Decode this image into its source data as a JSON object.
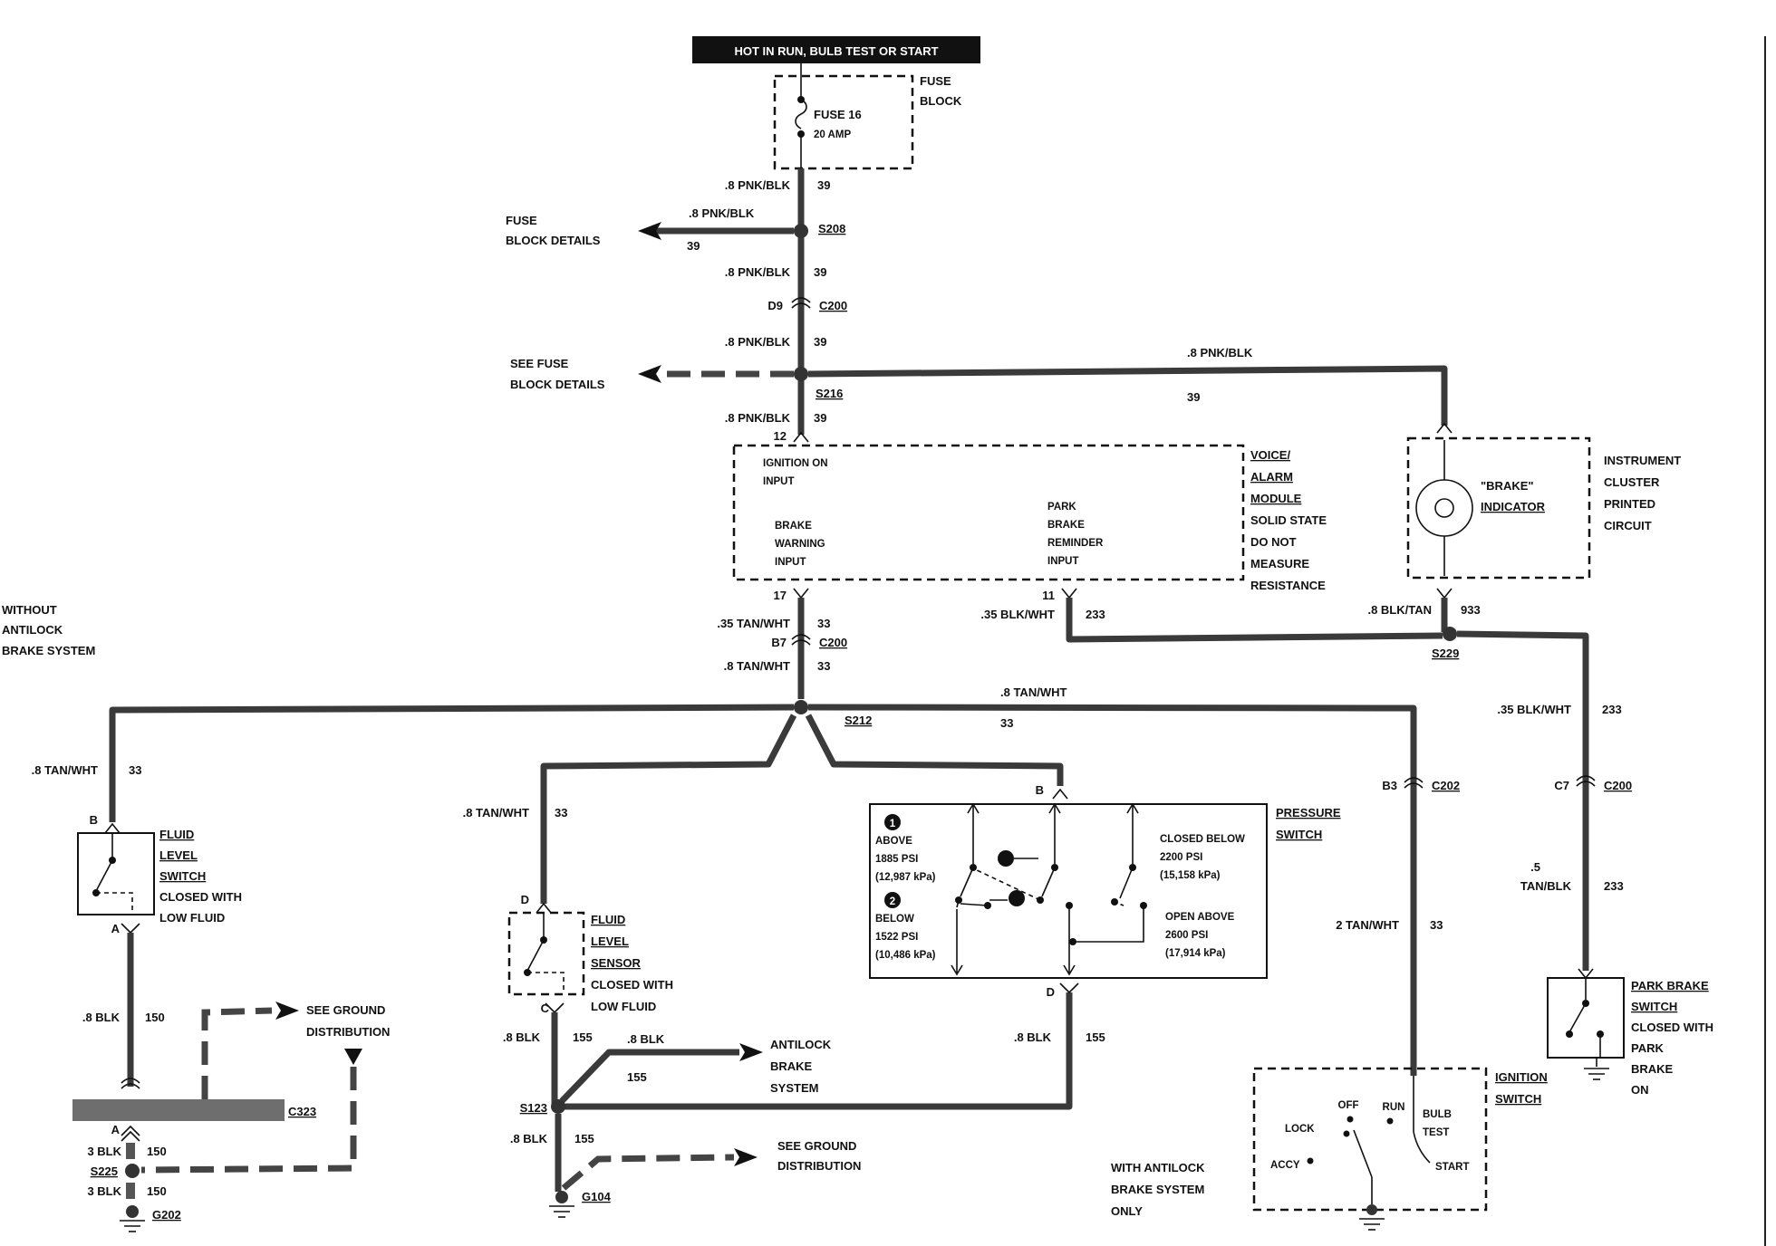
{
  "header": {
    "title": "HOT IN RUN, BULB TEST OR START"
  },
  "fuse_block": {
    "label_1": "FUSE",
    "label_2": "BLOCK",
    "fuse": "FUSE 16",
    "rating": "20 AMP"
  },
  "wires": {
    "w_pnk_blk": ".8 PNK/BLK",
    "w_pnk_blk_alt": ".8  PNK/BLK",
    "c39": "39",
    "c33": "33",
    "c233": "233",
    "c933": "933",
    "c150": "150",
    "c155": "155",
    "w_tan_wht_35": ".35 TAN/WHT",
    "w_tan_wht": ".8 TAN/WHT",
    "w_tan_wht_slash": ".8 TAN/WHT",
    "w_tan_wht_2": "2 TAN/WHT",
    "w_blk_wht_35": ".35 BLK/WHT",
    "w_blk_wht_35b": ".35 BLK/WHT",
    "w_blk_tan": ".8 BLK/TAN",
    "w_tan_blk_1": ".5",
    "w_tan_blk_2": "TAN/BLK",
    "w_blk": ".8 BLK",
    "w_blk_sp": ".8  BLK",
    "w_3blk": "3 BLK"
  },
  "splices": {
    "s208": "S208",
    "s216": "S216",
    "s212": "S212",
    "s229": "S229",
    "s123": "S123",
    "s225": "S225"
  },
  "connectors": {
    "c200": "C200",
    "c202": "C202",
    "c323": "C323",
    "pin_d9": "D9",
    "pin_b7": "B7",
    "pin_b3": "B3",
    "pin_c7": "C7",
    "pin_12": "12",
    "pin_17": "17",
    "pin_11": "11",
    "pin_b": "B",
    "pin_a": "A",
    "pin_c": "C",
    "pin_d": "D"
  },
  "grounds": {
    "g202": "G202",
    "g104": "G104"
  },
  "refs": {
    "fuse_block_details_1": "FUSE",
    "fuse_block_details_2": "BLOCK  DETAILS",
    "see_fuse_1": "SEE FUSE",
    "see_fuse_2": "BLOCK DETAILS",
    "see_ground_1": "SEE GROUND",
    "see_ground_2": "DISTRIBUTION",
    "see_ground_3": "SEE GROUND",
    "see_ground_4": "DISTRIBUTION",
    "antilock_1": "ANTILOCK",
    "antilock_2": "BRAKE",
    "antilock_3": "SYSTEM"
  },
  "module": {
    "name_1": "VOICE/",
    "name_2": "ALARM",
    "name_3": "MODULE",
    "note_1": "SOLID STATE",
    "note_2": "DO NOT",
    "note_3": "MEASURE",
    "note_4": "RESISTANCE",
    "ign_1": "IGNITION ON",
    "ign_2": "INPUT",
    "bw_1": "BRAKE",
    "bw_2": "WARNING",
    "bw_3": "INPUT",
    "pb_1": "PARK",
    "pb_2": "BRAKE",
    "pb_3": "REMINDER",
    "pb_4": "INPUT"
  },
  "cluster": {
    "ind_1": "\"BRAKE\"",
    "ind_2": "INDICATOR",
    "name_1": "INSTRUMENT",
    "name_2": "CLUSTER",
    "name_3": "PRINTED",
    "name_4": "CIRCUIT"
  },
  "without_abs": {
    "l1": "WITHOUT",
    "l2": "ANTILOCK",
    "l3": "BRAKE SYSTEM"
  },
  "with_abs": {
    "l1": "WITH  ANTILOCK",
    "l2": "BRAKE SYSTEM",
    "l3": "ONLY"
  },
  "fluid_switch": {
    "l1": "FLUID",
    "l2": "LEVEL",
    "l3": "SWITCH",
    "l4": "CLOSED WITH",
    "l5": "LOW FLUID"
  },
  "fluid_sensor": {
    "l1": "FLUID",
    "l2": "LEVEL",
    "l3": "SENSOR",
    "l4": "CLOSED WITH",
    "l5": "LOW FLUID"
  },
  "pressure_switch": {
    "name_1": "PRESSURE",
    "name_2": "SWITCH",
    "n1": "1",
    "n2": "2",
    "above_1": "ABOVE",
    "above_2": "1885 PSI",
    "above_3": "(12,987 kPa)",
    "below_1": "BELOW",
    "below_2": "1522 PSI",
    "below_3": "(10,486 kPa)",
    "cb_1": "CLOSED BELOW",
    "cb_2": "2200 PSI",
    "cb_3": "(15,158 kPa)",
    "oa_1": "OPEN ABOVE",
    "oa_2": "2600 PSI",
    "oa_3": "(17,914 kPa)"
  },
  "park_switch": {
    "l1": "PARK BRAKE",
    "l2": "SWITCH",
    "l3": "CLOSED WITH",
    "l4": "PARK",
    "l5": "BRAKE",
    "l6": "ON"
  },
  "ignition_switch": {
    "name_1": "IGNITION",
    "name_2": "SWITCH",
    "off": "OFF",
    "run": "RUN",
    "lock": "LOCK",
    "accy": "ACCY",
    "bulb_1": "BULB",
    "bulb_2": "TEST",
    "start": "START"
  }
}
